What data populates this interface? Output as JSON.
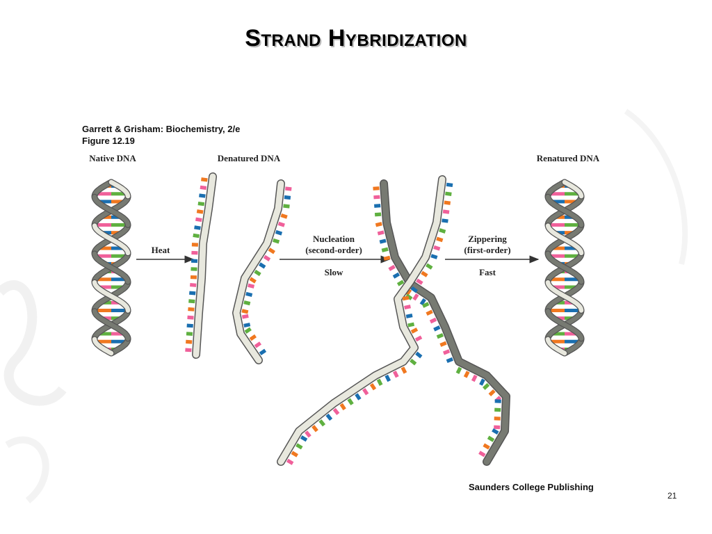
{
  "slide": {
    "title": "Strand Hybridization",
    "page_number": "21"
  },
  "figure": {
    "source_line1": "Garrett & Grisham: Biochemistry, 2/e",
    "source_line2": "Figure 12.19",
    "publisher": "Saunders College Publishing",
    "stages": {
      "native": "Native DNA",
      "denatured": "Denatured DNA",
      "renatured": "Renatured DNA"
    },
    "steps": {
      "heat": "Heat",
      "nucleation_line1": "Nucleation",
      "nucleation_line2": "(second-order)",
      "nucleation_rate": "Slow",
      "zippering_line1": "Zippering",
      "zippering_line2": "(first-order)",
      "zippering_rate": "Fast"
    },
    "colors": {
      "backbone_light": "#e8e8de",
      "backbone_dark": "#777a72",
      "base_orange": "#f07820",
      "base_pink": "#f0609a",
      "base_blue": "#1a6fb0",
      "base_green": "#5fb040",
      "arrow": "#333333"
    }
  }
}
